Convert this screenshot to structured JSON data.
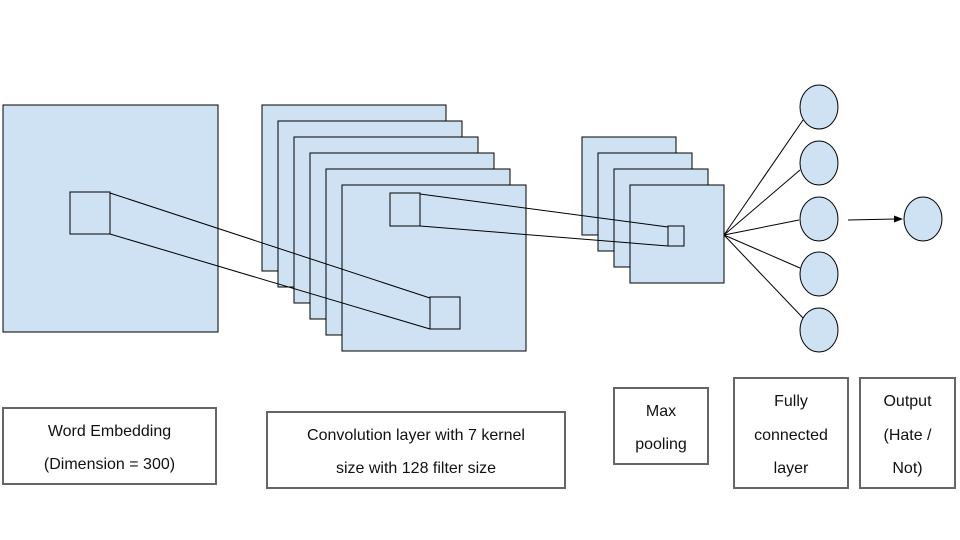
{
  "colors": {
    "fill": "#cfe2f3",
    "stroke": "#000000",
    "label_border": "#666666"
  },
  "labels": {
    "word_embedding": [
      "Word Embedding",
      "(Dimension = 300)"
    ],
    "convolution": [
      "Convolution layer with 7 kernel",
      "size with 128 filter size"
    ],
    "max_pooling": [
      "Max",
      "pooling"
    ],
    "fully_connected": [
      "Fully",
      "connected",
      "layer"
    ],
    "output": [
      "Output",
      "(Hate /",
      "Not)"
    ]
  }
}
